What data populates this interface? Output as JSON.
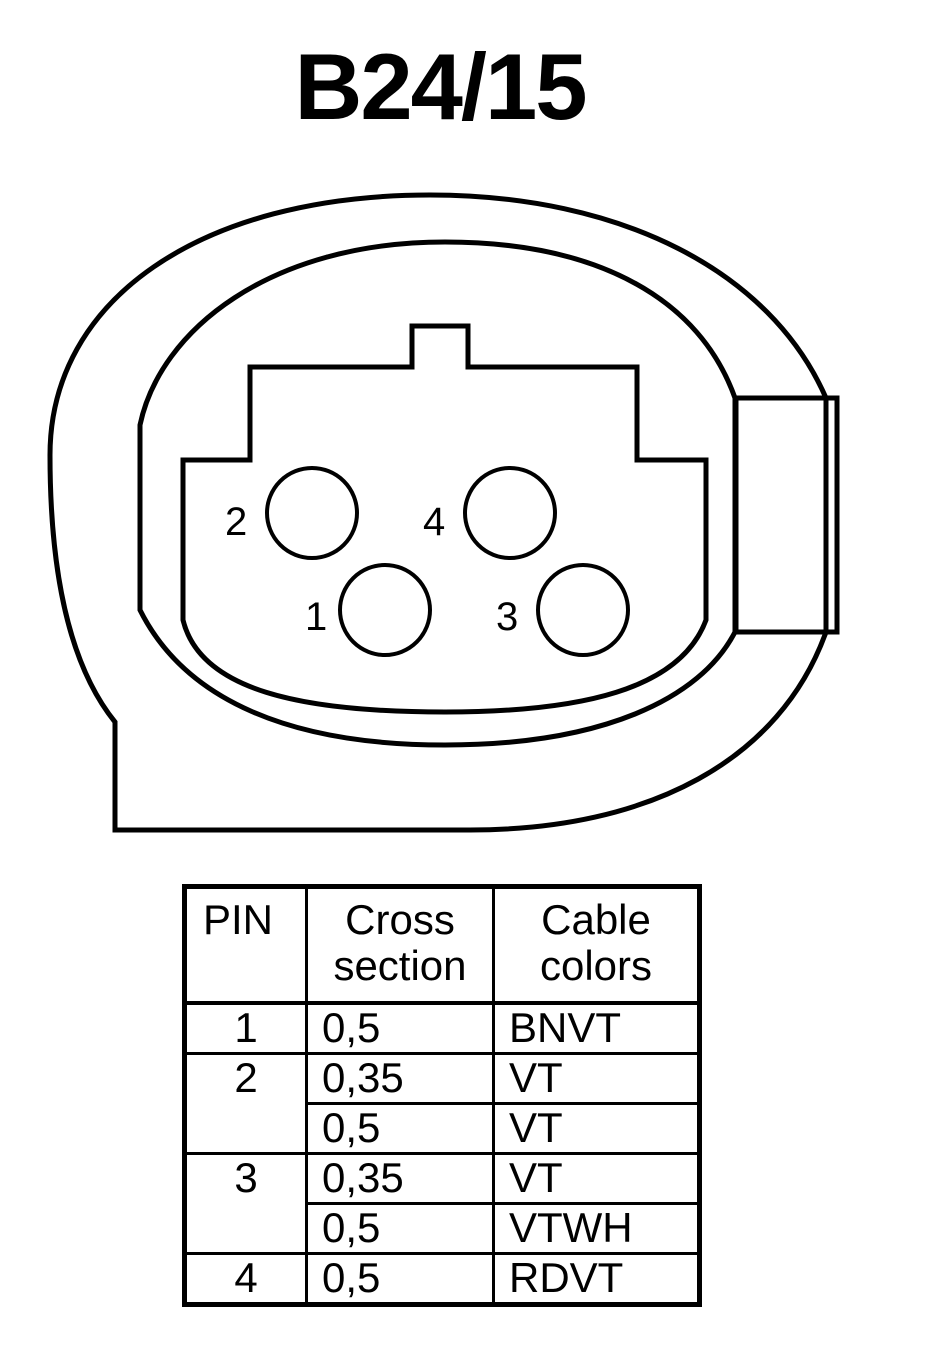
{
  "title": "B24/15",
  "connector": {
    "pins": [
      {
        "label": "2"
      },
      {
        "label": "4"
      },
      {
        "label": "1"
      },
      {
        "label": "3"
      }
    ]
  },
  "table": {
    "headers": {
      "pin": "PIN",
      "cross_line1": "Cross",
      "cross_line2": "section",
      "color_line1": "Cable",
      "color_line2": "colors"
    },
    "rows": [
      {
        "pin": "1",
        "cross": "0,5",
        "color": "BNVT"
      },
      {
        "pin": "2",
        "cross": "0,35",
        "color": "VT"
      },
      {
        "pin": "",
        "cross": "0,5",
        "color": "VT"
      },
      {
        "pin": "3",
        "cross": "0,35",
        "color": "VT"
      },
      {
        "pin": "",
        "cross": "0,5",
        "color": "VTWH"
      },
      {
        "pin": "4",
        "cross": "0,5",
        "color": "RDVT"
      }
    ]
  }
}
